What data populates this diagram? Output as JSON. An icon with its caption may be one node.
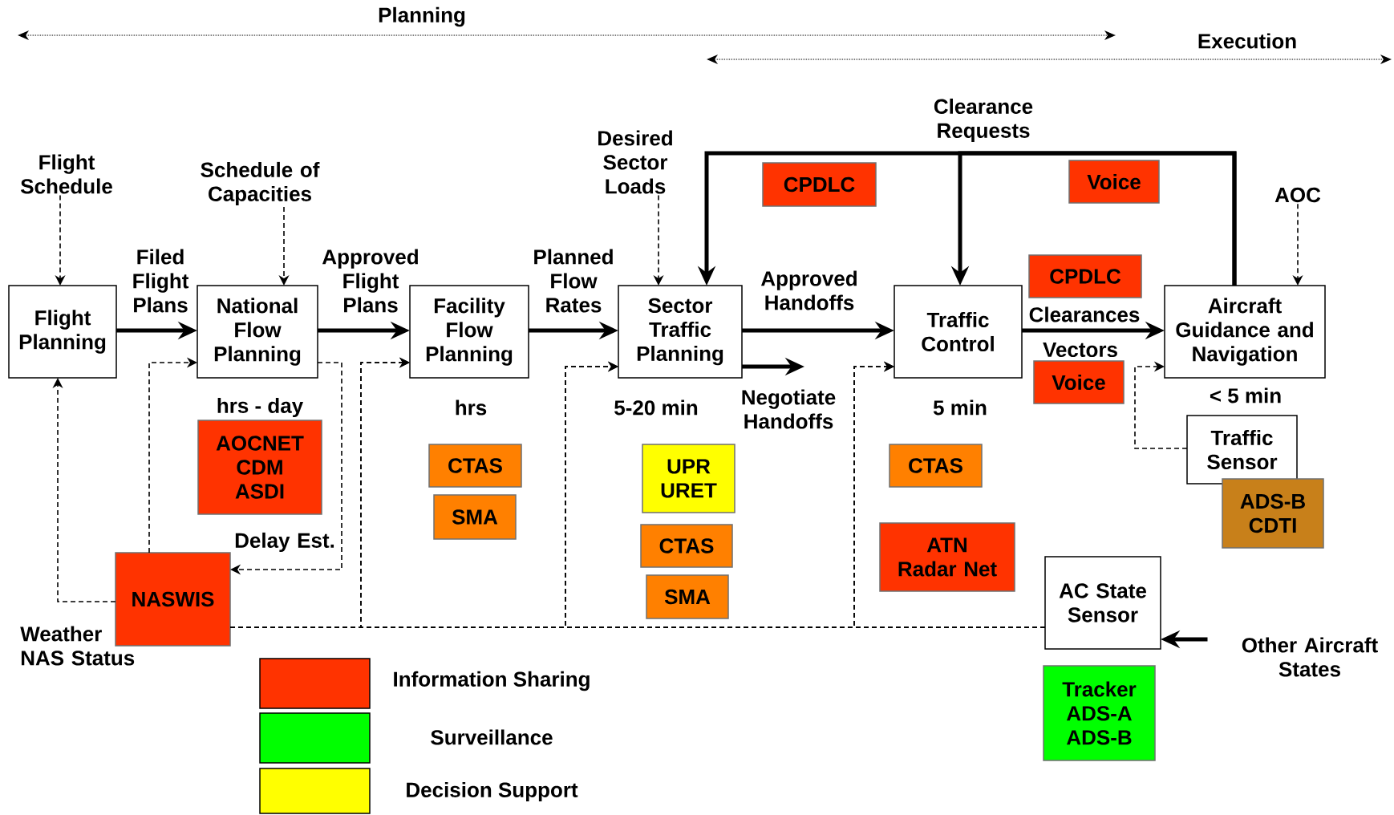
{
  "diagram": {
    "nodes": [
      {
        "text": [
          "Flight Planning"
        ]
      },
      {
        "text": [
          "National Flow Planning"
        ]
      },
      {
        "text": [
          "Facility Flow Planning"
        ]
      },
      {
        "text": [
          "Sector Traffic Planning"
        ]
      },
      {
        "text": [
          "Traffic Control"
        ]
      },
      {
        "text": [
          "Aircraft Guidance and Navigation"
        ]
      },
      {
        "text": [
          "Traffic Sensor"
        ]
      },
      {
        "text": [
          "AC State Sensor"
        ]
      },
      {
        "text": [
          "NASWIS"
        ]
      },
      {
        "text": [
          "CPDLC"
        ]
      },
      {
        "text": [
          "Voice"
        ]
      },
      {
        "text": [
          "CPDLC"
        ]
      },
      {
        "text": [
          "Voice"
        ]
      },
      {
        "text": [
          "AOCNET CDM ASDI"
        ]
      },
      {
        "text": [
          "CTAS"
        ]
      },
      {
        "text": [
          "SMA"
        ]
      },
      {
        "text": [
          "UPR URET"
        ]
      },
      {
        "text": [
          "CTAS"
        ]
      },
      {
        "text": [
          "SMA"
        ]
      },
      {
        "text": [
          "CTAS"
        ]
      },
      {
        "text": [
          "ATN Radar Net"
        ]
      },
      {
        "text": [
          "ADS-B CDTI"
        ]
      },
      {
        "text": [
          "Tracker ADS-A ADS-B"
        ]
      },
      {
        "text": [
          "Flight Schedule"
        ]
      },
      {
        "text": [
          "Schedule of Capacities"
        ]
      },
      {
        "text": [
          "Desired Sector Loads"
        ]
      },
      {
        "text": [
          "AOC"
        ]
      },
      {
        "text": [
          "Other Aircraft States"
        ]
      }
    ],
    "edges": [
      {
        "from": 0,
        "to": 1,
        "arrow": "to",
        "label": "Filed Flight Plans",
        "style": "thick"
      },
      {
        "from": 1,
        "to": 2,
        "arrow": "to",
        "label": "Approved Flight Plans",
        "style": "thick"
      },
      {
        "from": 2,
        "to": 3,
        "arrow": "to",
        "label": "Planned Flow Rates",
        "style": "thick"
      },
      {
        "from": 3,
        "to": 4,
        "arrow": "to",
        "label": "Approved Handoffs",
        "style": "thick"
      },
      {
        "from": 4,
        "to": 5,
        "arrow": "to",
        "label": "Clearances",
        "style": "thick"
      },
      {
        "from": 3,
        "to": null,
        "arrow": "to",
        "label": "Negotiate Handoffs",
        "style": "thick"
      },
      {
        "from": 5,
        "to": 3,
        "arrow": "to",
        "style": "thick"
      },
      {
        "from": 5,
        "to": 4,
        "arrow": "to",
        "label": "Clearance Requests",
        "style": "thick"
      },
      {
        "from": 23,
        "to": 0,
        "arrow": "to",
        "style": "dashed"
      },
      {
        "from": 24,
        "to": 1,
        "arrow": "to",
        "style": "dashed"
      },
      {
        "from": 25,
        "to": 3,
        "arrow": "to",
        "style": "dashed"
      },
      {
        "from": 26,
        "to": 5,
        "arrow": "to",
        "style": "dashed"
      },
      {
        "from": 27,
        "to": 7,
        "arrow": "to",
        "style": "thick"
      },
      {
        "from": 8,
        "to": 0,
        "arrow": "to",
        "style": "dashed"
      },
      {
        "from": 8,
        "to": 1,
        "arrow": "to",
        "style": "dashed"
      },
      {
        "from": 1,
        "to": 8,
        "arrow": "to",
        "label": "Delay Est.",
        "style": "dashed"
      },
      {
        "from": 8,
        "to": 2,
        "arrow": "to",
        "style": "dashed"
      },
      {
        "from": 8,
        "to": 3,
        "arrow": "to",
        "style": "dashed"
      },
      {
        "from": 8,
        "to": 4,
        "arrow": "to",
        "style": "dashed"
      },
      {
        "from": 7,
        "to": 2,
        "arrow": "to",
        "style": "dashed"
      },
      {
        "from": 7,
        "to": 3,
        "arrow": "to",
        "style": "dashed"
      },
      {
        "from": 7,
        "to": 4,
        "arrow": "to",
        "style": "dashed"
      },
      {
        "from": 6,
        "to": 5,
        "arrow": "to",
        "style": "dashed"
      }
    ],
    "labels": [
      "Planning",
      "Execution",
      "Vectors",
      "hrs - day",
      "hrs",
      "5-20 min",
      "5 min",
      "< 5 min",
      "Weather NAS Status"
    ],
    "legend": [
      {
        "text": "Information Sharing",
        "color": "#ff3300"
      },
      {
        "text": "Surveillance",
        "color": "#00ff00"
      },
      {
        "text": "Decision Support",
        "color": "#ffff00"
      }
    ]
  }
}
